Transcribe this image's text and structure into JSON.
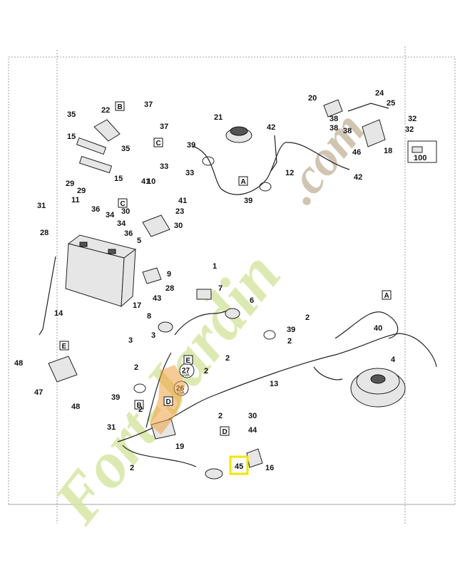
{
  "part_numbers": [
    "1",
    "2",
    "3",
    "4",
    "5",
    "6",
    "7",
    "8",
    "9",
    "10",
    "11",
    "12",
    "13",
    "14",
    "15",
    "16",
    "17",
    "18",
    "19",
    "20",
    "21",
    "22",
    "23",
    "24",
    "25",
    "26",
    "27",
    "28",
    "29",
    "30",
    "31",
    "32",
    "33",
    "34",
    "35",
    "36",
    "37",
    "38",
    "39",
    "40",
    "41",
    "42",
    "43",
    "44",
    "45",
    "46",
    "47",
    "48",
    "100"
  ],
  "ref_letters": [
    "A",
    "B",
    "C",
    "D",
    "E"
  ],
  "highlighted_part": "45",
  "highlight_color": "#f2e600",
  "watermark": {
    "text": "Fort-Jardin.com",
    "green": "#d7e6a4",
    "tan": "#c9bba4"
  },
  "tags": {
    "t26": "26",
    "t27": "27",
    "t27_sub": "10A",
    "t26_sub": "15A"
  }
}
